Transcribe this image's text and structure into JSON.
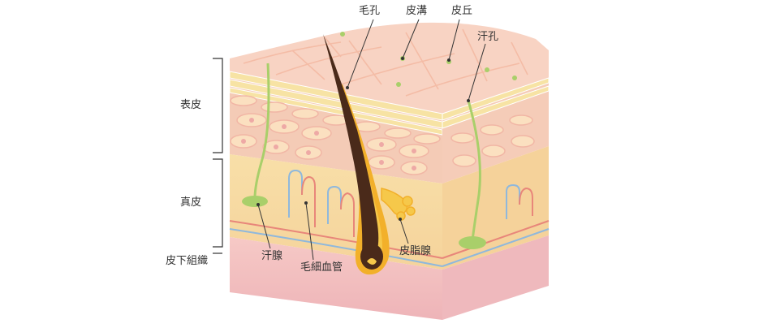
{
  "labels": {
    "pore": "毛孔",
    "skin_groove": "皮溝",
    "skin_ridge": "皮丘",
    "sweat_pore": "汗孔",
    "epidermis": "表皮",
    "dermis": "真皮",
    "subcutaneous": "皮下組織",
    "sweat_gland": "汗腺",
    "capillary": "毛細血管",
    "sebaceous_gland": "皮脂腺"
  },
  "colors": {
    "surface": "#f8d2c2",
    "epidermis_yellow": "#f6dfa2",
    "epidermis_pink": "#f3c3b5",
    "dermis": "#f7d9a8",
    "subcutaneous": "#f2bcc0",
    "hair": "#4a2a1a",
    "follicle": "#f2b02a",
    "sweat_gland": "#a9cf6a",
    "vessel_red": "#e07a6c",
    "vessel_blue": "#8fb8dc",
    "leader_line": "#333333"
  }
}
